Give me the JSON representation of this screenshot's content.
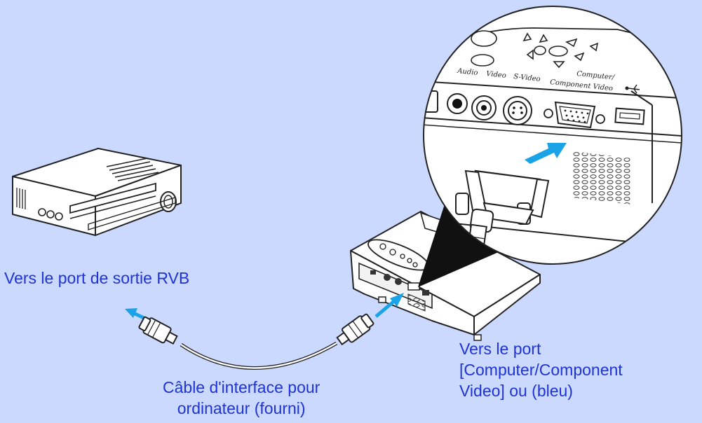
{
  "labels": {
    "rgb_output": "Vers le port de sortie RVB",
    "port_line1": "Vers le port",
    "port_line2": "[Computer/Component",
    "port_line3": "Video] ou (bleu)",
    "cable_line1": "Câble d'interface pour",
    "cable_line2": "ordinateur (fourni)"
  },
  "port_labels": {
    "audio": "Audio",
    "video": "Video",
    "svideo": "S-Video",
    "computer_line1": "Computer/",
    "computer_line2": "Component Video"
  },
  "colors": {
    "background": "#ccd9ff",
    "label_text": "#1e33d6",
    "arrow": "#1aa3e6"
  },
  "icons": [
    "usb-icon",
    "arrow-left-icon",
    "arrow-connect-icon"
  ]
}
